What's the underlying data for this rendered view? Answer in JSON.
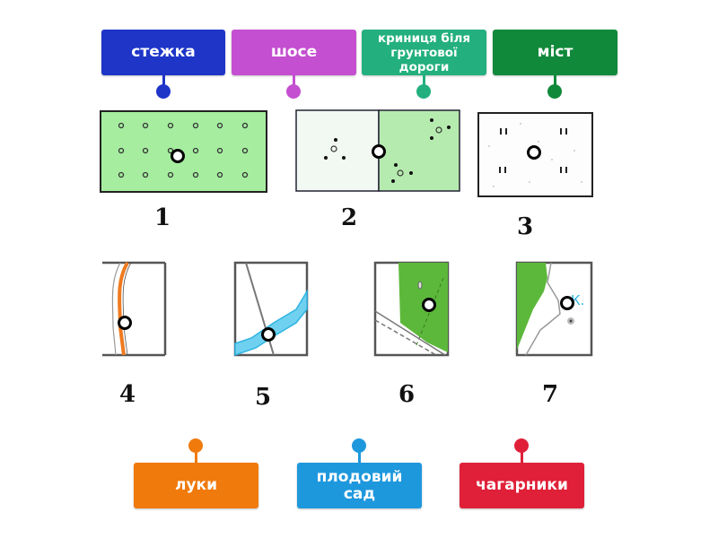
{
  "task": {
    "type": "labelled-diagram",
    "top_labels": [
      {
        "text": "стежка",
        "color": "#1e35c8"
      },
      {
        "text": "шосе",
        "color": "#c44fd0"
      },
      {
        "text": "криниця біля грунтової дороги",
        "color": "#23b07e"
      },
      {
        "text": "міст",
        "color": "#10893a"
      }
    ],
    "bottom_labels": [
      {
        "text": "луки",
        "color": "#f07a0c"
      },
      {
        "text": "плодовий сад",
        "color": "#1e98dd"
      },
      {
        "text": "чагарники",
        "color": "#df2038"
      }
    ],
    "map_numbers": [
      "1",
      "2",
      "3",
      "4",
      "5",
      "6",
      "7"
    ],
    "map7_text": "К."
  }
}
